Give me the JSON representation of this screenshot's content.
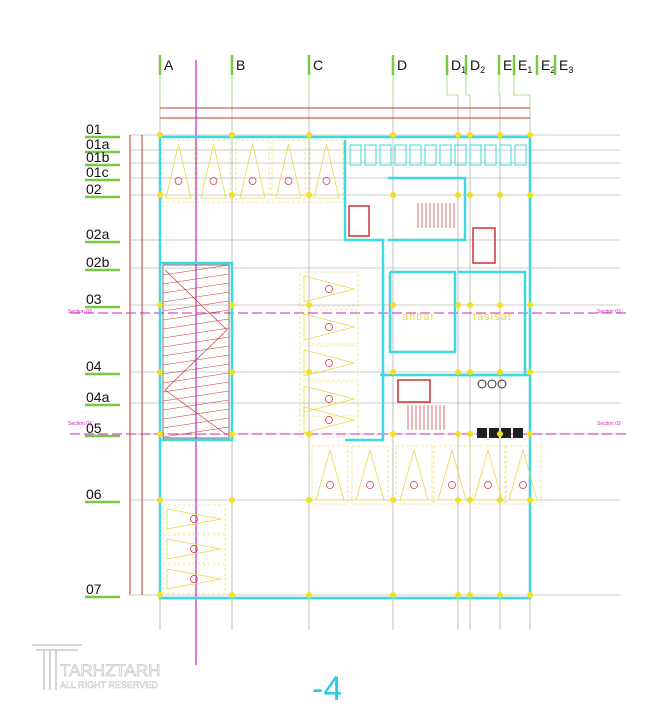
{
  "drawing": {
    "columns": [
      "A",
      "B",
      "C",
      "D",
      "D1",
      "D2",
      "E",
      "E1",
      "E2",
      "E3"
    ],
    "rows": [
      "01",
      "01a",
      "01b",
      "01c",
      "02",
      "02a",
      "02b",
      "03",
      "04",
      "04a",
      "05",
      "06",
      "07"
    ],
    "rooms": {
      "storage": "anbar",
      "mechanical": "tasisat"
    },
    "section_label": "Section 03",
    "level_label": "-4",
    "colors": {
      "wall": "#3fd8e0",
      "grid": "#999999",
      "axis_tag": "#7ac943",
      "dimension": "#c0392b",
      "parking": "#e8d84a",
      "section": "#d020c0",
      "stair": "#d03030"
    }
  },
  "logo": {
    "brand": "TARHZTARH",
    "tagline": "ALL RIGHT RESERVED"
  }
}
